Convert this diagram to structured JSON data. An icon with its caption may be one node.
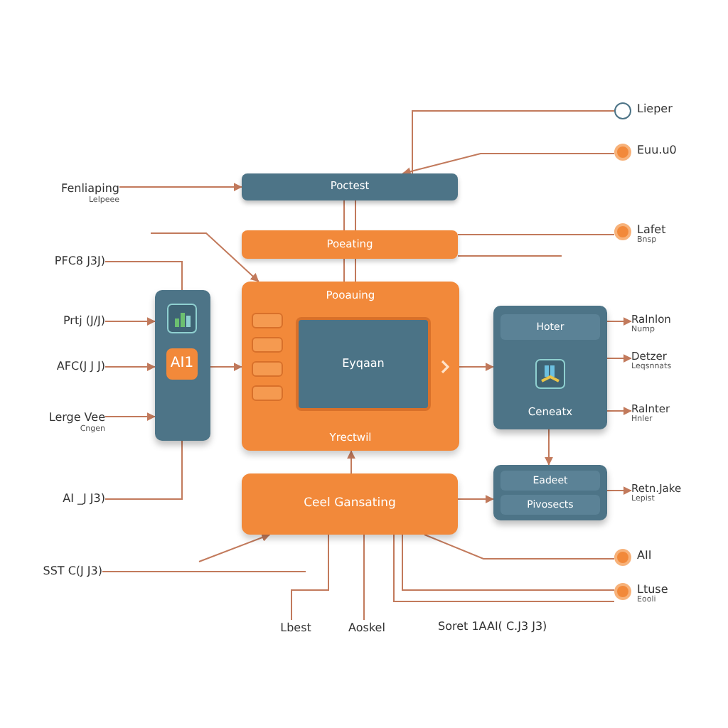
{
  "diagram": {
    "nodes": [
      {
        "text": [
          "Poctest"
        ]
      },
      {
        "text": [
          "Poeating"
        ]
      },
      {
        "text": [
          "Pooauing",
          "Yrectwil"
        ]
      },
      {
        "text": [],
        "shape": "box",
        "in": 2
      },
      {
        "text": [],
        "shape": "box",
        "in": 2
      },
      {
        "text": [],
        "shape": "box",
        "in": 2
      },
      {
        "text": [],
        "shape": "box",
        "in": 2
      },
      {
        "text": [
          "Eyqaan"
        ],
        "in": 2
      },
      {
        "text": [
          "Ceel Gansating"
        ]
      },
      {
        "text": [],
        "shape": "box"
      },
      {
        "text": [
          "AI1"
        ],
        "in": 9
      },
      {
        "text": [
          "Ceneatx"
        ]
      },
      {
        "text": [
          "Hoter"
        ],
        "in": 11
      },
      {
        "text": [],
        "shape": "box"
      },
      {
        "text": [
          "Eadeet"
        ],
        "in": 13
      },
      {
        "text": [
          "Pivosects"
        ],
        "in": 13
      },
      {
        "text": [
          "Fenliaping",
          "Lelpeee"
        ]
      },
      {
        "text": [
          "PFC8 J3J)"
        ]
      },
      {
        "text": [
          "Prtj (J/J)"
        ]
      },
      {
        "text": [
          "AFC(J J J)"
        ]
      },
      {
        "text": [
          "Lerge Vee",
          "Cngen"
        ]
      },
      {
        "text": [
          "AI _J J3)"
        ]
      },
      {
        "text": [
          "SST C(J J3)"
        ]
      },
      {
        "text": [
          "Lieper"
        ]
      },
      {
        "text": [
          "Euu.u0"
        ]
      },
      {
        "text": [
          "Lafet",
          "Bnsp"
        ]
      },
      {
        "text": [
          "Ralnlon",
          "Nump"
        ]
      },
      {
        "text": [
          "Detzer",
          "Leqsnnats"
        ]
      },
      {
        "text": [
          "Ralnter",
          "Hnler"
        ]
      },
      {
        "text": [
          "Retn.Jake",
          "Lepist"
        ]
      },
      {
        "text": [
          "AII"
        ]
      },
      {
        "text": [
          "Ltuse",
          "Eooli"
        ]
      },
      {
        "text": [
          "Lbest"
        ]
      },
      {
        "text": [
          "Aoskel"
        ]
      }
    ],
    "edges": [
      {
        "from": 16,
        "to": 0,
        "arrow": "to"
      },
      {
        "from": 17,
        "to": 9,
        "arrow": "none"
      },
      {
        "from": 18,
        "to": 9,
        "arrow": "to"
      },
      {
        "from": 19,
        "to": 9,
        "arrow": "to"
      },
      {
        "from": 20,
        "to": 9,
        "arrow": "to"
      },
      {
        "from": 21,
        "to": 9,
        "arrow": "none"
      },
      {
        "from": null,
        "to": 2,
        "arrow": "to"
      },
      {
        "from": 9,
        "to": 2,
        "arrow": "to"
      },
      {
        "from": 22,
        "to": null,
        "arrow": "none"
      },
      {
        "from": null,
        "to": 8,
        "arrow": "to"
      },
      {
        "from": 0,
        "to": 1,
        "arrow": "none"
      },
      {
        "from": 0,
        "to": 1,
        "arrow": "none"
      },
      {
        "from": 1,
        "to": 2,
        "arrow": "none"
      },
      {
        "from": 1,
        "to": 2,
        "arrow": "none"
      },
      {
        "from": 8,
        "to": 2,
        "arrow": "to"
      },
      {
        "from": 2,
        "to": 11,
        "arrow": "to"
      },
      {
        "from": 11,
        "to": 13,
        "arrow": "to"
      },
      {
        "from": 8,
        "to": 13,
        "arrow": "to"
      },
      {
        "from": 0,
        "to": 23,
        "arrow": "none"
      },
      {
        "from": 24,
        "to": 0,
        "arrow": "to"
      },
      {
        "from": 1,
        "to": 25,
        "arrow": "none"
      },
      {
        "from": 1,
        "to": null,
        "arrow": "none"
      },
      {
        "from": 11,
        "to": 26,
        "arrow": "to"
      },
      {
        "from": 11,
        "to": 27,
        "arrow": "to"
      },
      {
        "from": 11,
        "to": 28,
        "arrow": "to"
      },
      {
        "from": 13,
        "to": 29,
        "arrow": "to"
      },
      {
        "from": 8,
        "to": 30,
        "arrow": "none"
      },
      {
        "from": 8,
        "to": 31,
        "arrow": "none"
      },
      {
        "from": 8,
        "to": 31,
        "arrow": "none"
      },
      {
        "from": 8,
        "to": 32,
        "arrow": "none"
      },
      {
        "from": 8,
        "to": 33,
        "arrow": "none"
      }
    ],
    "labels": [
      "Soret 1AAI( C.J3 J3)"
    ]
  }
}
